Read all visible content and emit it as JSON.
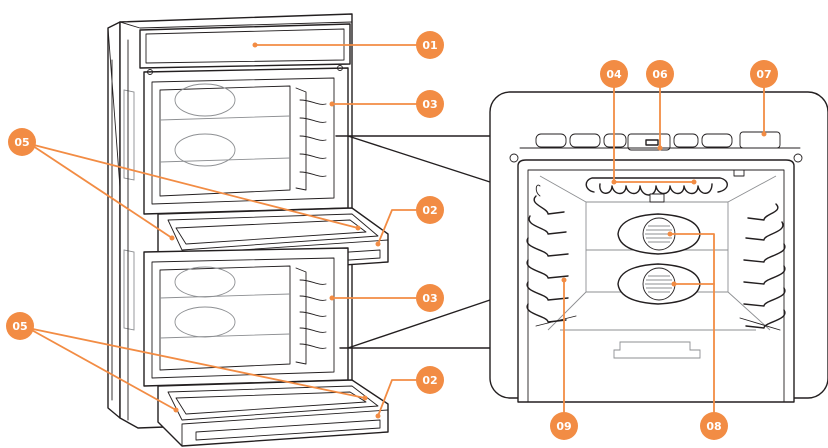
{
  "colors": {
    "callout": "#f28c44",
    "line": "#231f20",
    "detail": "#8d8f92"
  },
  "callouts": {
    "c01": "01",
    "c02a": "02",
    "c02b": "02",
    "c03a": "03",
    "c03b": "03",
    "c04": "04",
    "c05a": "05",
    "c05b": "05",
    "c06": "06",
    "c07": "07",
    "c08": "08",
    "c09": "09"
  }
}
